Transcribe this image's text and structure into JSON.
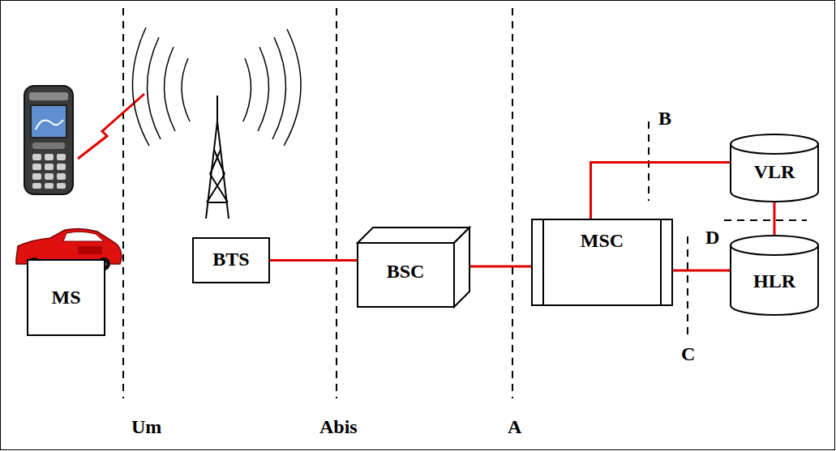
{
  "diagram": {
    "nodes": [
      {
        "text": [
          "MS"
        ]
      },
      {
        "text": [
          "BTS"
        ]
      },
      {
        "text": [
          "BSC"
        ]
      },
      {
        "text": [
          "MSC"
        ]
      },
      {
        "text": [
          "VLR"
        ]
      },
      {
        "text": [
          "HLR"
        ]
      }
    ],
    "edges": [
      {
        "from": 1,
        "to": 2,
        "arrow": "none"
      },
      {
        "from": 2,
        "to": 3,
        "arrow": "none"
      },
      {
        "from": 3,
        "to": 4,
        "arrow": "none"
      },
      {
        "from": 3,
        "to": 5,
        "arrow": "none"
      },
      {
        "from": 4,
        "to": 5,
        "arrow": "none"
      }
    ],
    "labels": [
      "Um",
      "Abis",
      "A",
      "B",
      "D",
      "C"
    ]
  }
}
